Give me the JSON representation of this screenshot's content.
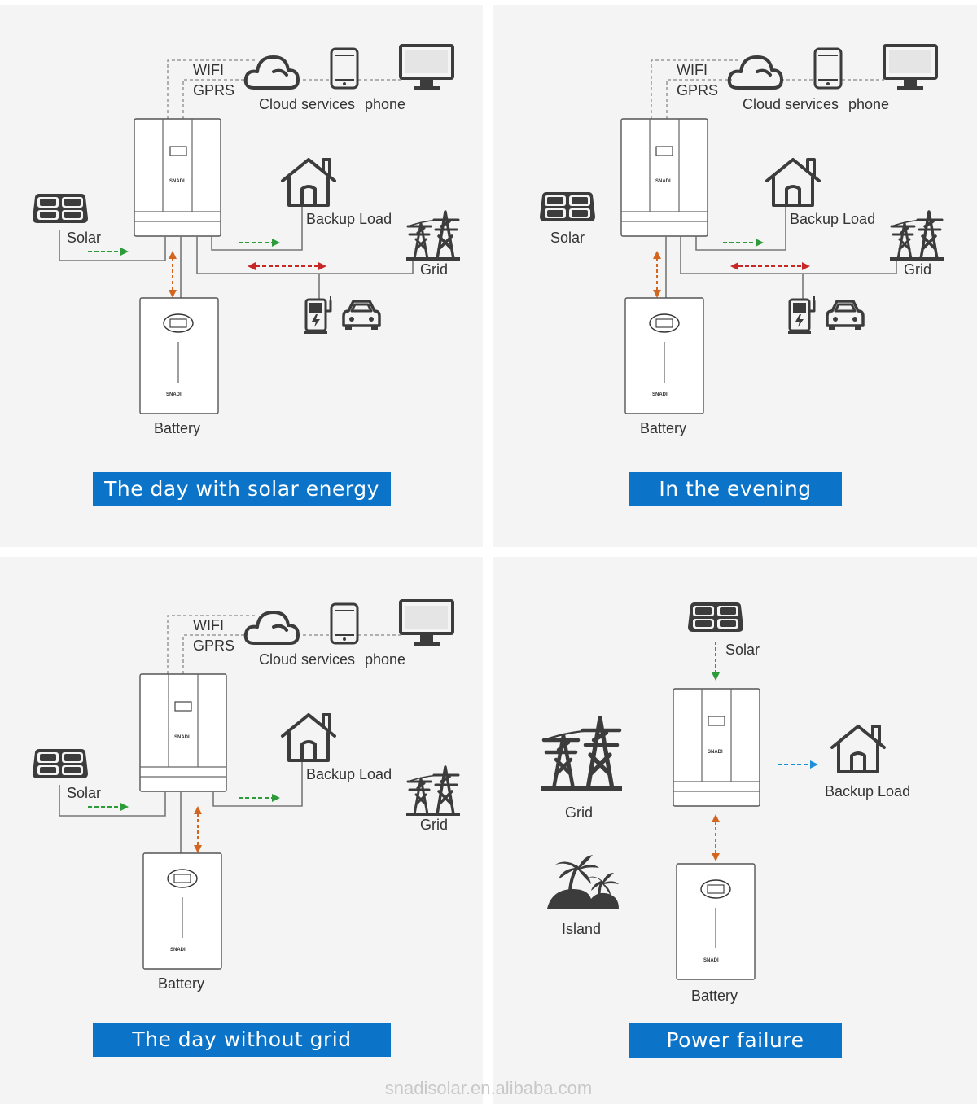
{
  "labels": {
    "wifi": "WIFI",
    "gprs": "GPRS",
    "cloud": "Cloud services",
    "phone": "phone",
    "backup_load": "Backup Load",
    "solar": "Solar",
    "grid": "Grid",
    "battery": "Battery",
    "island": "Island",
    "brand": "SNADI"
  },
  "panels": [
    {
      "caption": "The day with solar energy"
    },
    {
      "caption": "In the evening"
    },
    {
      "caption": "The day without grid"
    },
    {
      "caption": "Power failure"
    }
  ],
  "watermark": "snadisolar.en.alibaba.com",
  "colors": {
    "banner": "#0b74c8",
    "flow_green": "#2e9b3a",
    "flow_red": "#c62828",
    "flow_orange": "#d4651f",
    "flow_blue": "#1c8fd6"
  }
}
